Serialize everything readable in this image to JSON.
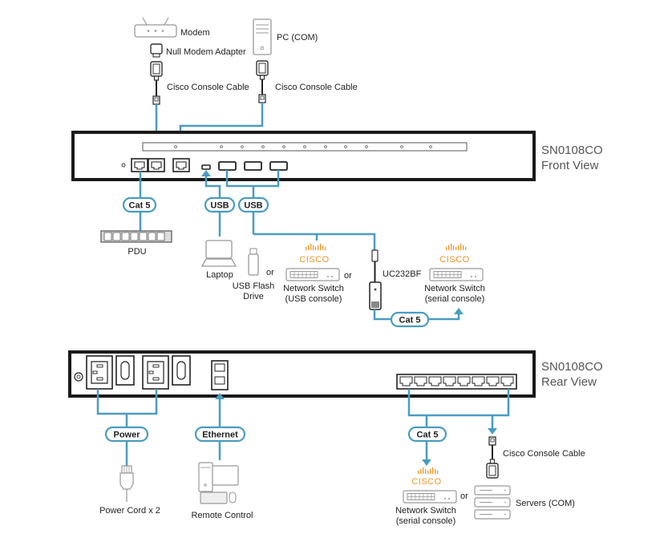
{
  "colors": {
    "cable": "#4a9cc0",
    "chassis": "#1a1a1a",
    "cisco_logo": "#e8962b",
    "device_outline": "#999999"
  },
  "front": {
    "model": "SN0108CO",
    "view": "Front View",
    "top_devices": {
      "modem": "Modem",
      "null_modem_adapter": "Null Modem Adapter",
      "cable_left": "Cisco Console Cable",
      "pc": "PC (COM)",
      "cable_right": "Cisco Console Cable"
    },
    "bottom": {
      "cat5_label": "Cat 5",
      "pdu": "PDU",
      "usb_left": "USB",
      "usb_right": "USB",
      "laptop": "Laptop",
      "usb_flash_line1": "USB Flash",
      "usb_flash_line2": "Drive",
      "or1": "or",
      "or2": "or",
      "cisco_logo_text": "CISCO",
      "switch_usb_line1": "Network Switch",
      "switch_usb_line2": "(USB console)",
      "adapter": "UC232BF",
      "switch_serial_line1": "Network Switch",
      "switch_serial_line2": "(serial console)",
      "adapter_cat5": "Cat 5"
    }
  },
  "rear": {
    "model": "SN0108CO",
    "view": "Rear View",
    "power_label": "Power",
    "ethernet_label": "Ethernet",
    "power_cord": "Power Cord x 2",
    "remote_control": "Remote Control",
    "cat5_label": "Cat 5",
    "switch_line1": "Network Switch",
    "switch_line2": "(serial console)",
    "or": "or",
    "console_cable": "Cisco Console Cable",
    "servers": "Servers (COM)",
    "cisco_logo_text": "CISCO"
  }
}
